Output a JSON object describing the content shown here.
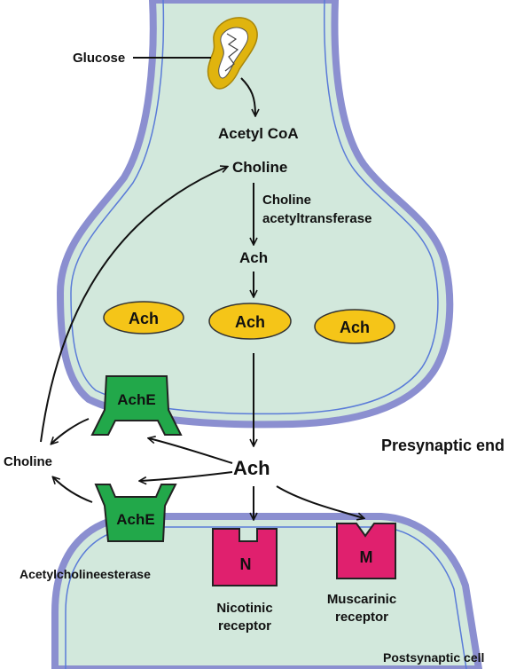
{
  "labels": {
    "glucose": "Glucose",
    "acetyl_coa": "Acetyl CoA",
    "choline_top": "Choline",
    "enzyme_line1": "Choline",
    "enzyme_line2": "acetyltransferase",
    "ach_mid": "Ach",
    "vesicles": [
      "Ach",
      "Ach",
      "Ach"
    ],
    "ache_top": "AchE",
    "ache_bottom": "AchE",
    "ach_cleft": "Ach",
    "choline_left": "Choline",
    "acetylcholinesterase": "Acetylcholineesterase",
    "receptor_n": "N",
    "receptor_m": "M",
    "nicotinic_line1": "Nicotinic",
    "nicotinic_line2": "receptor",
    "muscarinic_line1": "Muscarinic",
    "muscarinic_line2": "receptor",
    "presynaptic": "Presynaptic end",
    "postsynaptic": "Postsynaptic cell"
  },
  "colors": {
    "cell_fill": "#d2e8dc",
    "membrane": "#8b8fd0",
    "vesicle": "#f5c518",
    "mitochondrion": "#e0b40e",
    "ache": "#22a84a",
    "receptor": "#e0206e"
  }
}
